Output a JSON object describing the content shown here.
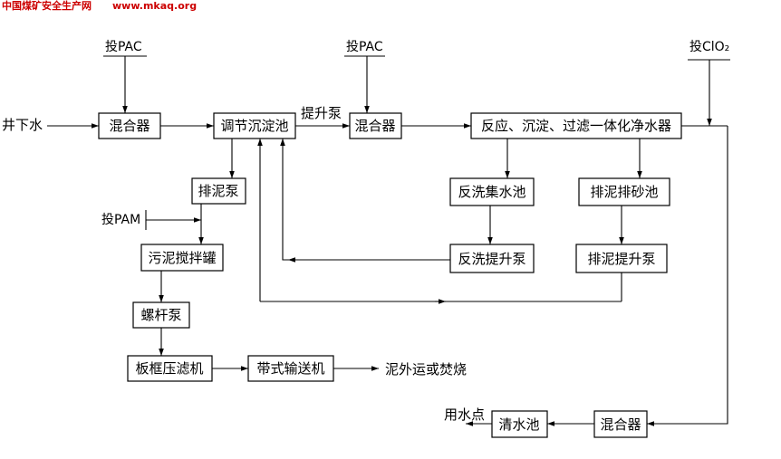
{
  "watermark": {
    "site_name": "中国煤矿安全生产网",
    "url": "www.mkaq.org",
    "color": "#cc0000"
  },
  "nodes": {
    "mixer1": "混合器",
    "tank": "调节沉淀池",
    "mixer2": "混合器",
    "purifier": "反应、沉淀、过滤一体化净水器",
    "sludge_pump": "排泥泵",
    "backwash_pool": "反洗集水池",
    "sludge_sand_pool": "排泥排砂池",
    "stir_tank": "污泥搅拌罐",
    "backwash_lift_pump": "反洗提升泵",
    "sludge_lift_pump": "排泥提升泵",
    "screw_pump": "螺杆泵",
    "filter_press": "板框压滤机",
    "conveyor": "带式输送机",
    "clear_pool": "清水池",
    "mixer3": "混合器"
  },
  "labels": {
    "mine_water": "井下水",
    "dose_pac_1": "投PAC",
    "dose_pac_2": "投PAC",
    "dose_clo2": "投ClO₂",
    "dose_pam": "投PAM",
    "lift_pump": "提升泵",
    "sludge_out": "泥外运或焚烧",
    "use_point": "用水点"
  }
}
